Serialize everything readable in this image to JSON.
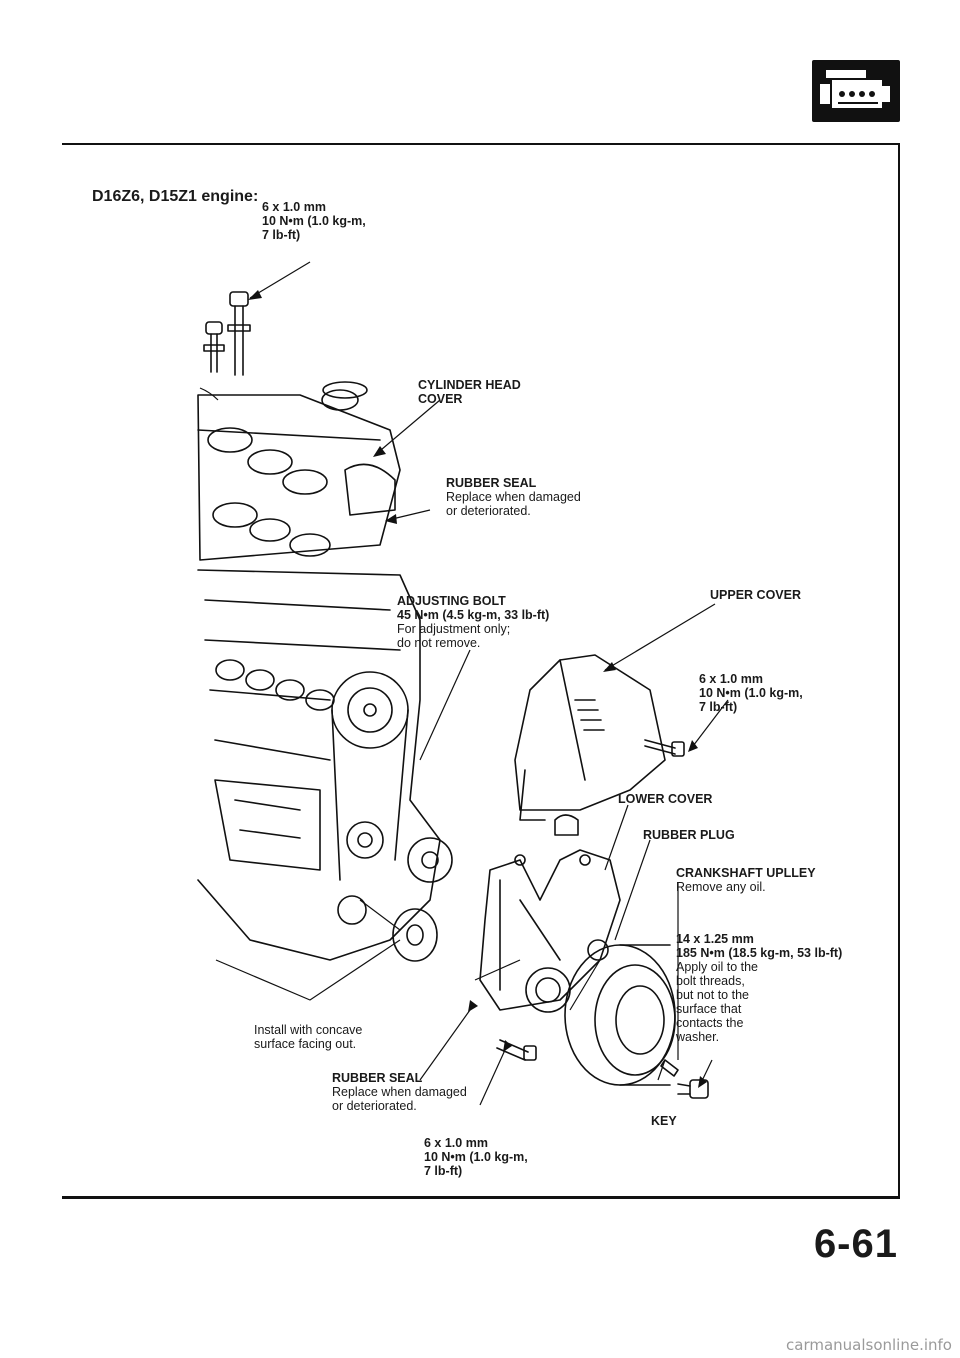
{
  "heading": "D16Z6, D15Z1 engine:",
  "labels": {
    "bolt_top": {
      "line1": "6 x 1.0 mm",
      "line2": "10 N•m (1.0 kg-m,",
      "line3": "7 lb-ft)"
    },
    "cyl_head": {
      "line1": "CYLINDER HEAD",
      "line2": "COVER"
    },
    "rubber_seal_top": {
      "title": "RUBBER SEAL",
      "line1": "Replace when damaged",
      "line2": "or deteriorated."
    },
    "adjusting_bolt": {
      "title": "ADJUSTING BOLT",
      "line1": "45 N•m (4.5 kg-m, 33 lb-ft)",
      "line2": "For adjustment only;",
      "line3": "do not remove."
    },
    "upper_cover": {
      "title": "UPPER COVER"
    },
    "bolt_mid": {
      "line1": "6 x 1.0 mm",
      "line2": "10 N•m (1.0 kg-m,",
      "line3": "7 lb-ft)"
    },
    "lower_cover": {
      "title": "LOWER COVER"
    },
    "rubber_plug": {
      "title": "RUBBER PLUG"
    },
    "crank_pulley": {
      "title": "CRANKSHAFT UPLLEY",
      "line1": "Remove any oil."
    },
    "crank_bolt": {
      "line1": "14 x 1.25 mm",
      "line2": "185 N•m (18.5 kg-m, 53 lb-ft)",
      "line3": "Apply oil to the",
      "line4": "bolt threads,",
      "line5": "but not to the",
      "line6": "surface that",
      "line7": "contacts the",
      "line8": "washer."
    },
    "install_concave": {
      "line1": "Install with concave",
      "line2": "surface facing out."
    },
    "rubber_seal_bottom": {
      "title": "RUBBER SEAL",
      "line1": "Replace when damaged",
      "line2": "or deteriorated."
    },
    "key": {
      "title": "KEY"
    },
    "bolt_bottom": {
      "line1": "6 x 1.0 mm",
      "line2": "10 N•m (1.0 kg-m,",
      "line3": "7 lb-ft)"
    }
  },
  "page_number": "6-61",
  "watermark": "carmanualsonline.info"
}
